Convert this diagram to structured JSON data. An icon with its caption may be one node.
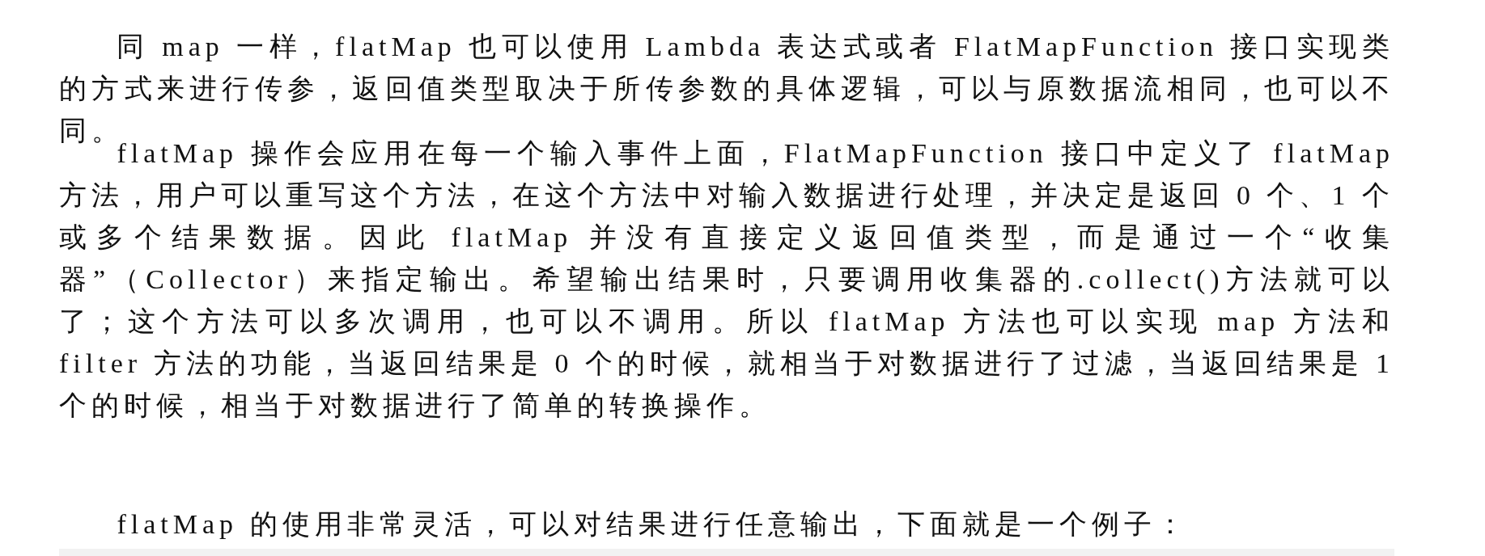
{
  "diagram": {
    "labels": [
      "同 map 一样，flatMap 也可以使用 Lambda 表达式或者 FlatMapFunction 接口实现类的方式来进行传参，返回值类型取决于所传参数的具体逻辑，可以与原数据流相同，也可以不同。",
      "flatMap 操作会应用在每一个输入事件上面，FlatMapFunction 接口中定义了 flatMap 方法，用户可以重写这个方法，在这个方法中对输入数据进行处理，并决定是返回 0 个、1 个或多个结果数据。因此 flatMap 并没有直接定义返回值类型，而是通过一个“收集器”（Collector）来指定输出。希望输出结果时，只要调用收集器的.collect()方法就可以了；这个方法可以多次调用，也可以不调用。所以 flatMap 方法也可以实现 map 方法和 filter 方法的功能，当返回结果是 0 个的时候，就相当于对数据进行了过滤，当返回结果是 1 个的时候，相当于对数据进行了简单的转换操作。",
      "flatMap 的使用非常灵活，可以对结果进行任意输出，下面就是一个例子："
    ]
  }
}
